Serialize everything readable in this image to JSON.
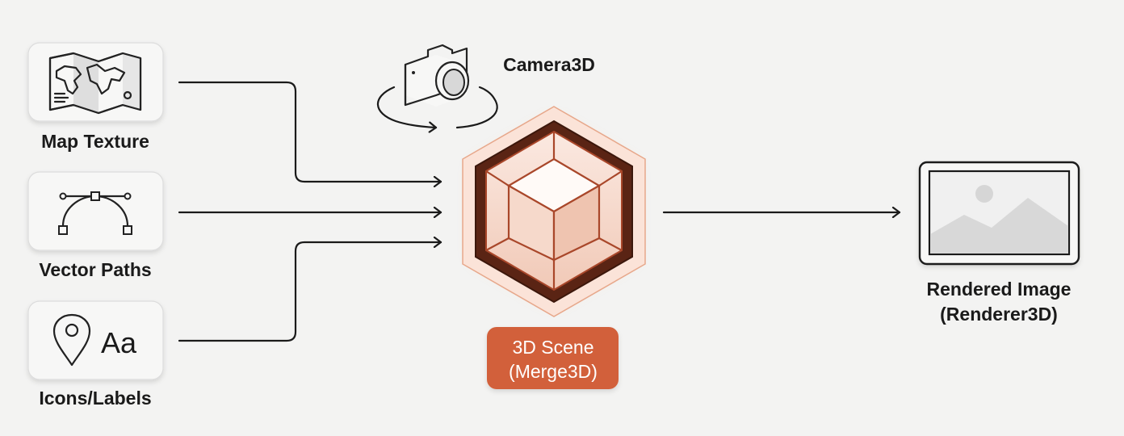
{
  "inputs": [
    {
      "label": "Map Texture",
      "icon": "map-icon"
    },
    {
      "label": "Vector Paths",
      "icon": "bezier-curve-icon"
    },
    {
      "label": "Icons/Labels",
      "icon": "pin-text-icon",
      "glyph": "Aa"
    }
  ],
  "camera": {
    "label": "Camera3D",
    "icon": "camera-orbit-icon"
  },
  "scene": {
    "line1": "3D Scene",
    "line2": "(Merge3D)",
    "icon": "cube-hexagon-icon"
  },
  "output": {
    "line1": "Rendered Image",
    "line2": "(Renderer3D)",
    "icon": "image-icon"
  },
  "colors": {
    "accent": "#d2603a",
    "accent_dark": "#5a2414",
    "background": "#f3f3f2"
  }
}
